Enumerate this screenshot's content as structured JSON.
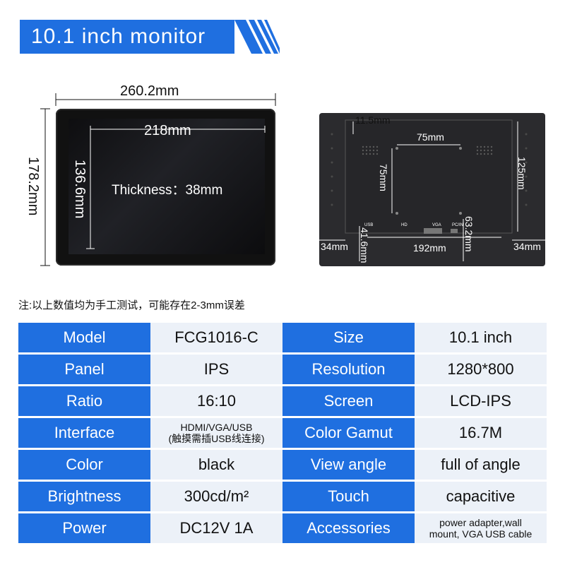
{
  "banner": {
    "title": "10.1 inch monitor"
  },
  "front": {
    "width_label": "260.2mm",
    "height_label": "178.2mm",
    "screen_width_label": "218mm",
    "screen_height_label": "136.6mm",
    "thickness_label": "Thickness：38mm"
  },
  "back": {
    "top_offset": "11.5mm",
    "vesa_w": "75mm",
    "vesa_h": "75mm",
    "height": "125mm",
    "left": "34mm",
    "right": "34mm",
    "bottom_center": "192mm",
    "left_inner": "41.6mm",
    "right_inner": "63.2mm",
    "port_labels": [
      "USB",
      "HD",
      "VGA",
      "PC/IN"
    ]
  },
  "note": "注:以上数值均为手工测试，可能存在2-3mm误差",
  "specs": [
    {
      "k1": "Model",
      "v1": "FCG1016-C",
      "k2": "Size",
      "v2": "10.1 inch"
    },
    {
      "k1": "Panel",
      "v1": "IPS",
      "k2": "Resolution",
      "v2": "1280*800"
    },
    {
      "k1": "Ratio",
      "v1": "16:10",
      "k2": "Screen",
      "v2": "LCD-IPS"
    },
    {
      "k1": "Interface",
      "v1a": "HDMI/VGA/USB",
      "v1b": "(触摸需插USB线连接)",
      "k2": "Color Gamut",
      "v2": "16.7M"
    },
    {
      "k1": "Color",
      "v1": "black",
      "k2": "View angle",
      "v2": "full of angle"
    },
    {
      "k1": "Brightness",
      "v1": "300cd/m²",
      "k2": "Touch",
      "v2": "capacitive"
    },
    {
      "k1": "Power",
      "v1": "DC12V 1A",
      "k2": "Accessories",
      "v2a": "power adapter,wall",
      "v2b": "mount, VGA USB cable"
    }
  ]
}
